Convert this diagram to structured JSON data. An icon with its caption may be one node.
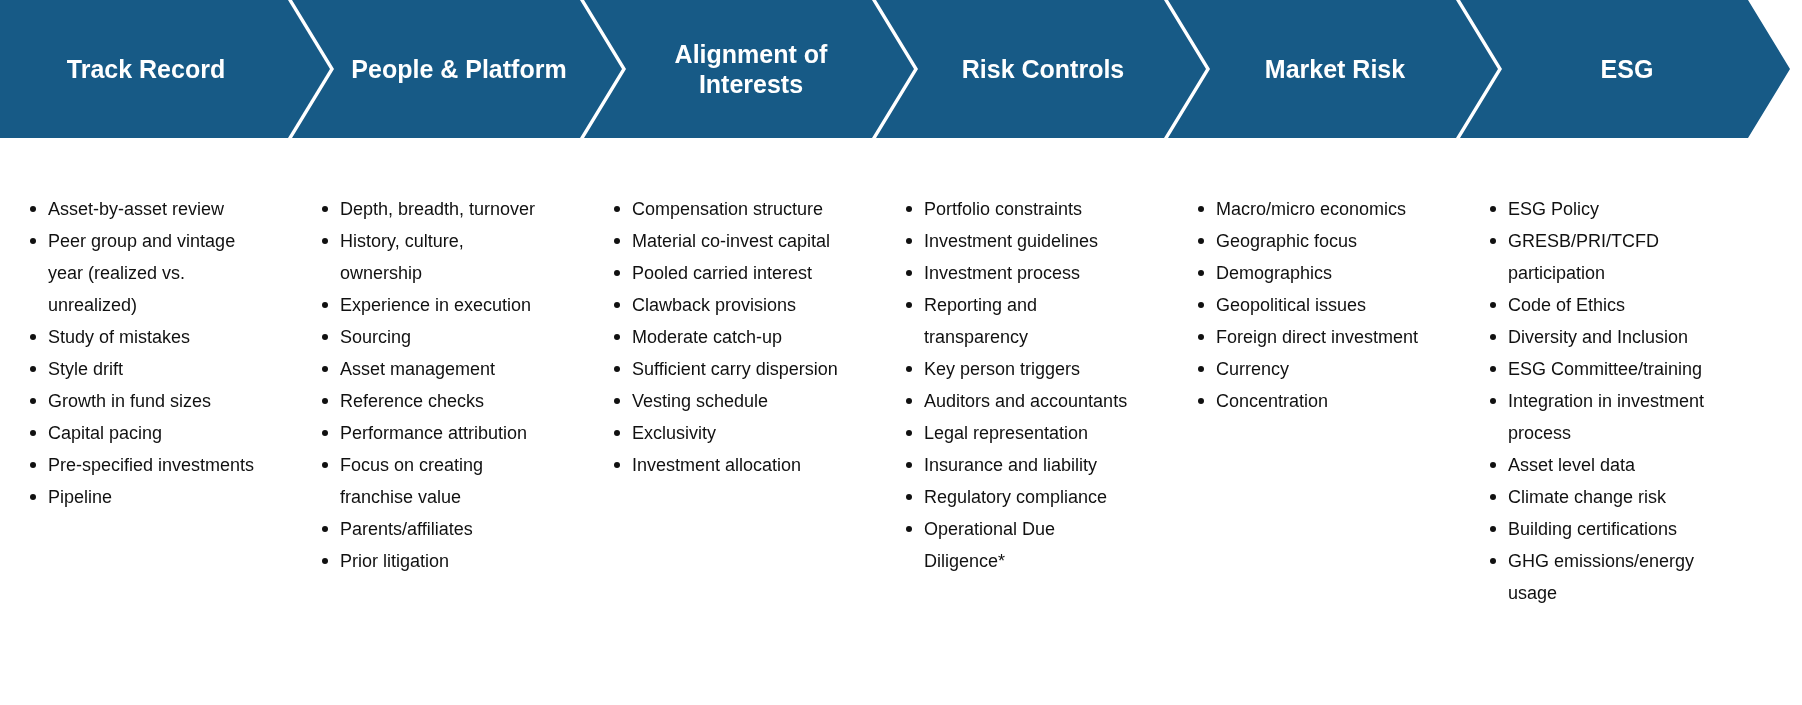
{
  "diagram": {
    "nodes": [
      {
        "text": [
          "Track Record"
        ],
        "beside": [
          "Asset-by-asset review",
          "Peer group and vintage year (realized vs. unrealized)",
          "Study of mistakes",
          "Style drift",
          "Growth in fund sizes",
          "Capital pacing",
          "Pre-specified investments",
          "Pipeline"
        ]
      },
      {
        "text": [
          "People & Platform"
        ],
        "beside": [
          "Depth, breadth, turnover",
          "History, culture, ownership",
          "Experience in execution",
          "Sourcing",
          "Asset management",
          "Reference checks",
          "Performance attribution",
          "Focus on creating franchise value",
          "Parents/affiliates",
          "Prior litigation"
        ]
      },
      {
        "text": [
          "Alignment of Interests"
        ],
        "beside": [
          "Compensation structure",
          "Material co-invest capital",
          "Pooled carried interest",
          "Clawback provisions",
          "Moderate catch-up",
          "Sufficient carry dispersion",
          "Vesting schedule",
          "Exclusivity",
          "Investment allocation"
        ]
      },
      {
        "text": [
          "Risk Controls"
        ],
        "beside": [
          "Portfolio constraints",
          "Investment guidelines",
          "Investment process",
          "Reporting and transparency",
          "Key person triggers",
          "Auditors and accountants",
          "Legal representation",
          "Insurance and liability",
          "Regulatory compliance",
          "Operational Due Diligence*"
        ]
      },
      {
        "text": [
          "Market Risk"
        ],
        "beside": [
          "Macro/micro economics",
          "Geographic focus",
          "Demographics",
          "Geopolitical issues",
          "Foreign direct investment",
          "Currency",
          "Concentration"
        ]
      },
      {
        "text": [
          "ESG"
        ],
        "beside": [
          "ESG Policy",
          "GRESB/PRI/TCFD participation",
          "Code of Ethics",
          "Diversity and Inclusion",
          "ESG Committee/training",
          "Integration in investment process",
          "Asset level data",
          "Climate change risk",
          "Building certifications",
          "GHG emissions/energy usage"
        ]
      }
    ],
    "edges": []
  }
}
